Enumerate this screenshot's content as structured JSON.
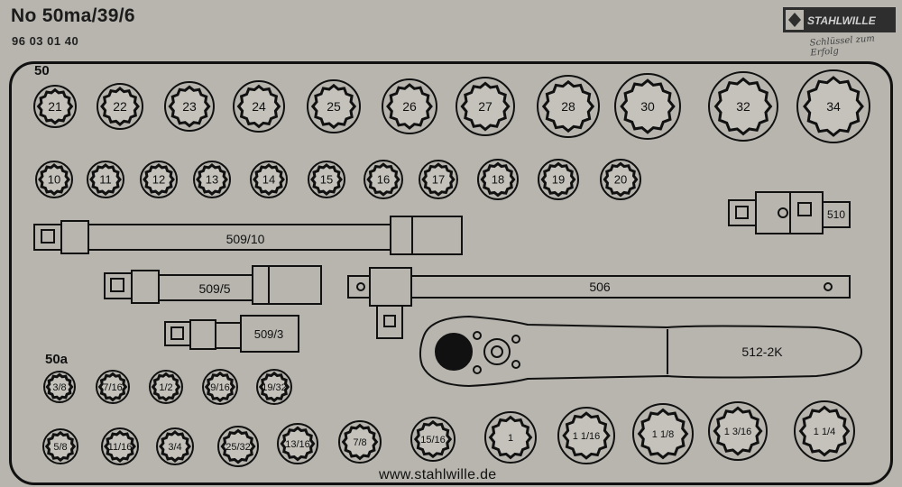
{
  "header": {
    "title": "No 50ma/39/6",
    "article_number": "96 03 01 40",
    "brand": "STAHLWILLE",
    "slogan": "Schlüssel zum Erfolg"
  },
  "footer": {
    "url": "www.stahlwille.de"
  },
  "sets": {
    "metric": "50",
    "imperial": "50a"
  },
  "sockets": {
    "metric_large": [
      "21",
      "22",
      "23",
      "24",
      "25",
      "26",
      "27",
      "28",
      "30",
      "32",
      "34"
    ],
    "metric_small": [
      "10",
      "11",
      "12",
      "13",
      "14",
      "15",
      "16",
      "17",
      "18",
      "19",
      "20"
    ],
    "imperial_small": [
      "3/8",
      "7/16",
      "1/2",
      "9/16",
      "19/32"
    ],
    "imperial_large": [
      "5/8",
      "11/16",
      "3/4",
      "25/32",
      "13/16",
      "7/8",
      "15/16",
      "1",
      "1 1/16",
      "1 1/8",
      "1 3/16",
      "1 1/4"
    ]
  },
  "tools": {
    "extension_long": "509/10",
    "extension_mid": "509/5",
    "extension_short": "509/3",
    "sliding_tbar": "506",
    "adapter": "510",
    "ratchet": "512-2K"
  },
  "colors": {
    "background": "#b7b5ae",
    "ink": "#111111"
  }
}
